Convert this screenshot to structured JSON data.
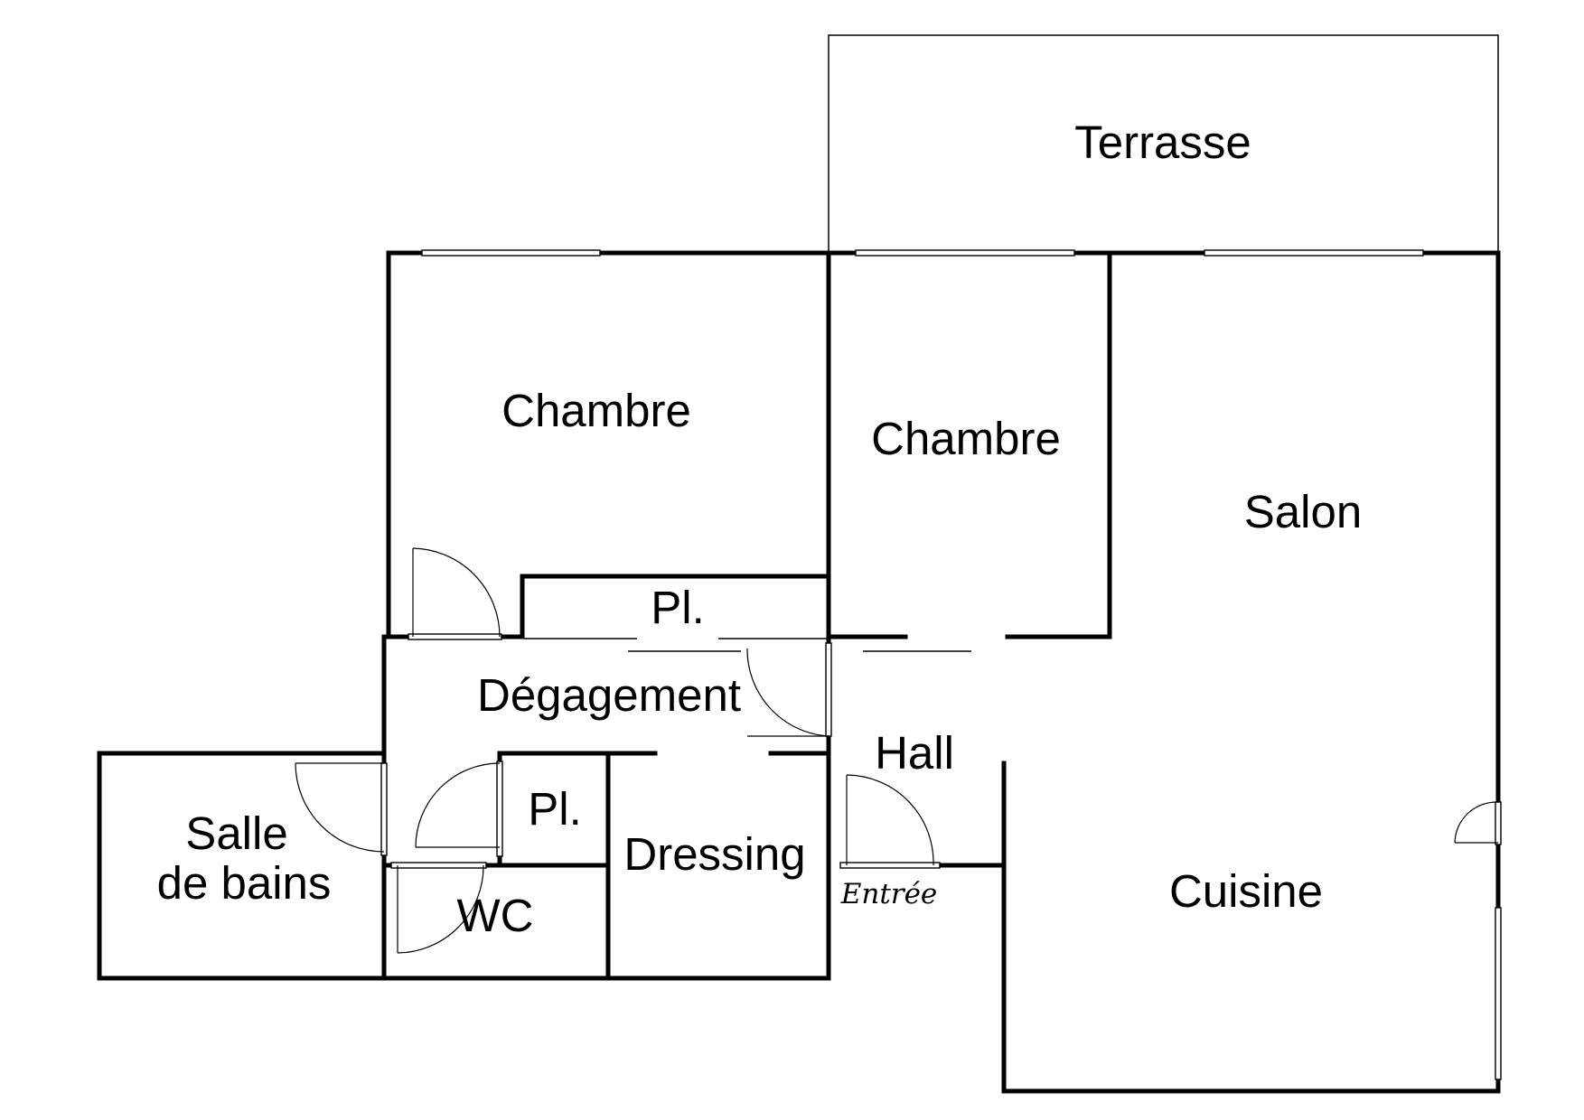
{
  "rooms": {
    "terrasse": "Terrasse",
    "chambre_1": "Chambre",
    "chambre_2": "Chambre",
    "salon": "Salon",
    "placard_1": "Pl.",
    "degagement": "Dégagement",
    "hall": "Hall",
    "salle_de_bains_line1": "Salle",
    "salle_de_bains_line2": "de bains",
    "placard_2": "Pl.",
    "dressing": "Dressing",
    "wc": "WC",
    "cuisine": "Cuisine"
  },
  "annotations": {
    "entree": "Entrée"
  }
}
